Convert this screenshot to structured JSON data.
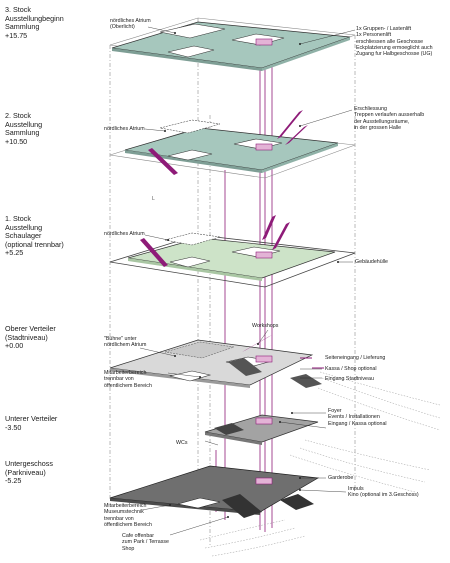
{
  "levels": [
    {
      "name": "3. Stock",
      "line2": "Ausstellungbeginn",
      "line3": "Sammlung",
      "line4": "",
      "elevation": "+15.75"
    },
    {
      "name": "2. Stock",
      "line2": "Ausstellung",
      "line3": "Sammlung",
      "line4": "",
      "elevation": "+10.50"
    },
    {
      "name": "1. Stock",
      "line2": "Ausstellung",
      "line3": "Schaulager",
      "line4": "(optional trennbar)",
      "elevation": "+5.25"
    },
    {
      "name": "Oberer Verteiler",
      "line2": "(Stadtniveau)",
      "line3": "",
      "line4": "",
      "elevation": "+0.00"
    },
    {
      "name": "Unterer Verteiler",
      "line2": "",
      "line3": "",
      "line4": "",
      "elevation": "-3.50"
    },
    {
      "name": "Untergeschoss",
      "line2": "(Parkniveau)",
      "line3": "",
      "line4": "",
      "elevation": "-5.25"
    }
  ],
  "annotations": {
    "atrium_top_1": "nördliches Atrium",
    "atrium_top_2": "(Oberlicht)",
    "lift_1": "1x Gruppen- / Lastenlift",
    "lift_2": "1x Personenlift",
    "lift_3": "erschliessen alle Geschosse",
    "lift_4": "Eckplatzierung ermoeglicht auch",
    "lift_5": "Zugang fur Halbgeschosse (UG)",
    "atrium_2": "nördliches Atrium",
    "stairs_1": "Erschliessung",
    "stairs_2": "Treppen verlaufen ausserhalb",
    "stairs_3": "der Ausstellungsräume,",
    "stairs_4": "in der grossen Halle",
    "atrium_1": "nördliches Atrium",
    "gebaeude": "Gebäudehülle",
    "buehne_1": "\"Bühne\" unter",
    "buehne_2": "nördlichem Atrium",
    "workshops": "Workshops",
    "seiteneingang": "Seiteneingang / Lieferung",
    "kassa": "Kassa / Shop optional",
    "eingang": "Eingang Stadtniveau",
    "mitarbeiter_1": "Mitarbeiterbereich",
    "mitarbeiter_2": "trennbar von",
    "mitarbeiter_3": "öffentlichem Bereich",
    "foyer_1": "Foyer",
    "foyer_2": "Events / Installationen",
    "foyer_3": "Eingang / Kassa optional",
    "wcs": "WCs",
    "garderobe": "Garderobe",
    "impuls_1": "Impuls",
    "impuls_2": "Kino (optional im 3.Geschoss)",
    "museum_1": "Mitarbeiterbereich",
    "museum_2": "Museumstechnik",
    "museum_3": "trennbar von",
    "museum_4": "öffentlichem Bereich",
    "cafe_1": "Cafe offenbar",
    "cafe_2": "zum Park / Terrasse",
    "cafe_3": "Shop",
    "marker_l": "L"
  },
  "colors": {
    "teal": "#a6c7bd",
    "light_green": "#cde3c8",
    "gray_light": "#d9d9d9",
    "gray_mid": "#a3a3a3",
    "gray_dark": "#6f6f6f",
    "accent": "#8e1b78",
    "accent_light": "#e3b3d6"
  }
}
